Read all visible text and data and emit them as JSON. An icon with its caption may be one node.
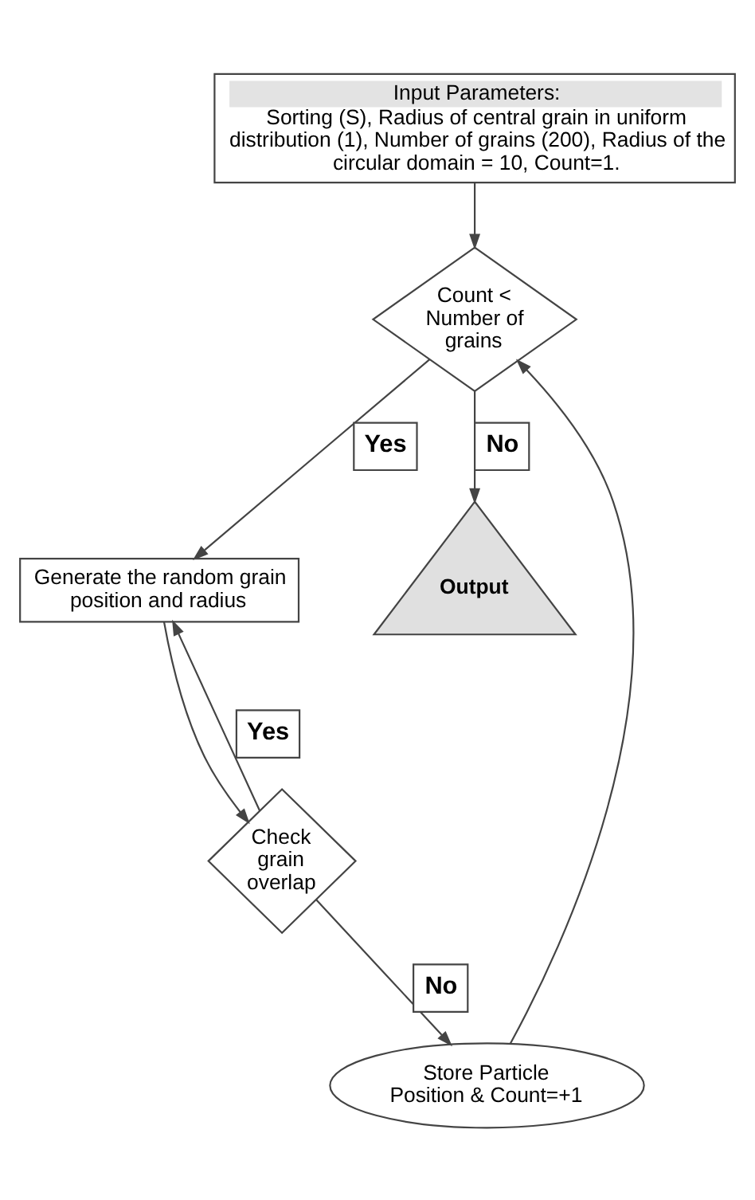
{
  "diagram": {
    "nodes": [
      {
        "text": [
          "Input Parameters:",
          "Sorting (S), Radius of central grain in uniform distribution (1), Number of grains (200), Radius of the circular domain = 10, Count=1."
        ]
      },
      {
        "text": [
          "Count < Number of grains"
        ]
      },
      {
        "text": [
          "Generate the random grain position and radius"
        ]
      },
      {
        "text": [
          "Check grain overlap"
        ]
      },
      {
        "text": [
          "Output"
        ]
      },
      {
        "text": [
          "Store Particle Position & Count=+1"
        ]
      }
    ],
    "edges": [
      {
        "from": 0,
        "to": 1,
        "arrow": "to"
      },
      {
        "from": 1,
        "to": 4,
        "arrow": "to",
        "label": "No"
      },
      {
        "from": 1,
        "to": 2,
        "arrow": "to",
        "label": "Yes"
      },
      {
        "from": 2,
        "to": 3,
        "arrow": "to"
      },
      {
        "from": 3,
        "to": 2,
        "arrow": "to",
        "label": "Yes"
      },
      {
        "from": 3,
        "to": 5,
        "arrow": "to",
        "label": "No"
      },
      {
        "from": 5,
        "to": 1,
        "arrow": "to"
      }
    ]
  }
}
